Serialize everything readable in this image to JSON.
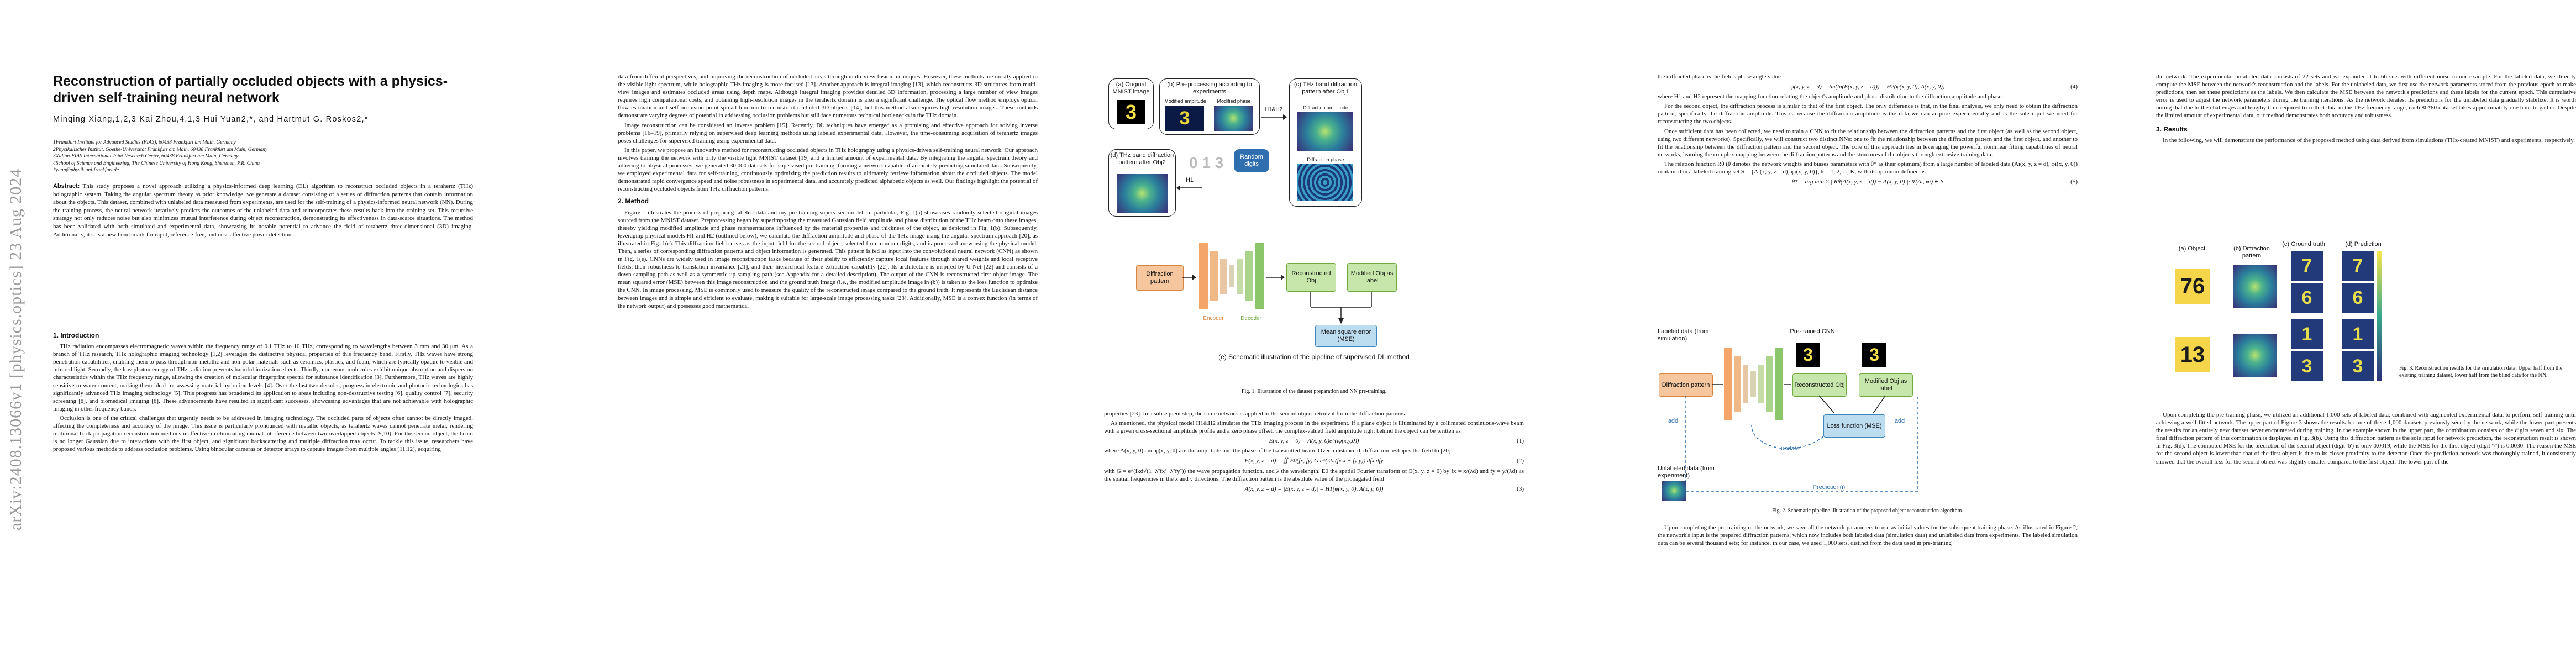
{
  "arxiv_id": "arXiv:2408.13066v1  [physics.optics]  23 Aug 2024",
  "title": "Reconstruction of partially occluded objects with a physics-driven self-training neural network",
  "authors": "Minqing Xiang,1,2,3 Kai Zhou,4,1,3 Hui Yuan2,*, and Hartmut G. Roskos2,*",
  "affiliations": [
    "1Frankfurt Institute for Advanced Studies (FIAS), 60438 Frankfurt am Main, Germany",
    "2Physikalisches Institut, Goethe-Universität Frankfurt am Main, 60438 Frankfurt am Main, Germany",
    "3Xidian-FIAS International Joint Research Center, 60438 Frankfurt am Main, Germany",
    "4School of Science and Engineering, The Chinese University of Hong Kong, Shenzhen, P.R. China",
    "*yuan@physik.uni-frankfurt.de"
  ],
  "abstract_label": "Abstract:",
  "abstract": "This study proposes a novel approach utilizing a physics-informed deep learning (DL) algorithm to reconstruct occluded objects in a terahertz (THz) holographic system. Taking the angular spectrum theory as prior knowledge, we generate a dataset consisting of a series of diffraction patterns that contain information about the objects. This dataset, combined with unlabeled data measured from experiments, are used for the self-training of a physics-informed neural network (NN). During the training process, the neural network iteratively predicts the outcomes of the unlabeled data and reincorporates these results back into the training set. This recursive strategy not only reduces noise but also minimizes mutual interference during object reconstruction, demonstrating its effectiveness in data-scarce situations. The method has been validated with both simulated and experimental data, showcasing its notable potential to advance the field of terahertz three-dimensional (3D) imaging. Additionally, it sets a new benchmark for rapid, reference-free, and cost-effective power detection.",
  "sec1": "1.   Introduction",
  "intro": [
    "THz radiation encompasses electromagnetic waves within the frequency range of 0.1 THz to 10 THz, corresponding to wavelengths between 3 mm and 30 μm. As a branch of THz research, THz holographic imaging technology [1,2] leverages the distinctive physical properties of this frequency band. Firstly, THz waves have strong penetration capabilities, enabling them to pass through non-metallic and non-polar materials such as ceramics, plastics, and foam, which are typically opaque to visible and infrared light. Secondly, the low photon energy of THz radiation prevents harmful ionization effects. Thirdly, numerous molecules exhibit unique absorption and dispersion characteristics within the THz frequency range, allowing the creation of molecular fingerprint spectra for substance identification [3]. Furthermore, THz waves are highly sensitive to water content, making them ideal for assessing material hydration levels [4]. Over the last two decades, progress in electronic and photonic technologies has significantly advanced THz imaging technology [5]. This progress has broadened its application to areas including non-destructive testing [6], quality control [7], security screening [8], and biomedical imaging [8]. These advancements have resulted in significant successes, showcasing advantages that are not achievable with holographic imaging in other frequency bands.",
    "Occlusion is one of the critical challenges that urgently needs to be addressed in imaging technology. The occluded parts of objects often cannot be directly imaged, affecting the completeness and accuracy of the image. This issue is particularly pronounced with metallic objects, as terahertz waves cannot penetrate metal, rendering traditional back-propagation reconstruction methods ineffective in eliminating mutual interference between two overlapped objects [9,10]. For the second object, the beam is no longer Gaussian due to interactions with the first object, and significant backscattering and multiple diffraction may occur. To tackle this issue, researchers have proposed various methods to address occlusion problems. Using binocular cameras or detector arrays to capture images from multiple angles [11,12], acquiring"
  ],
  "col2": [
    "data from different perspectives, and improving the reconstruction of occluded areas through multi-view fusion techniques. However, these methods are mostly applied in the visible light spectrum, while holographic THz imaging is more focused [13]. Another approach is integral imaging [13], which reconstructs 3D structures from multi-view images and estimates occluded areas using depth maps. Although integral imaging provides detailed 3D information, processing a large number of view images requires high computational costs, and obtaining high-resolution images in the terahertz domain is also a significant challenge. The optical flow method employs optical flow estimation and self-occlusion point-spread-function to reconstruct occluded 3D objects [14], but this method also requires high-resolution images. These methods demonstrate varying degrees of potential in addressing occlusion problems but still face numerous technical bottlenecks in the THz domain.",
    "Image reconstruction can be considered an inverse problem [15]. Recently, DL techniques have emerged as a promising and effective approach for solving inverse problems [16–19], primarily relying on supervised deep learning methods using labeled experimental data. However, the time-consuming acquisition of terahertz images poses challenges for supervised training using experimental data.",
    "In this paper, we propose an innovative method for reconstructing occluded objects in THz holography using a physics-driven self-training neural network. Our approach involves training the network with only the visible light MNIST dataset [19] and a limited amount of experimental data. By integrating the angular spectrum theory and adhering to physical processes, we generated 30,000 datasets for supervised pre-training, forming a network capable of accurately predicting simulated data. Subsequently, we employed experimental data for self-training, continuously optimizing the prediction results to ultimately retrieve information about the occluded objects. The model demonstrated rapid convergence speed and noise robustness in experimental data, and accurately predicted alphabetic objects as well. Our findings highlight the potential of reconstructing occluded objects from THz diffraction patterns."
  ],
  "sec2": "2.   Method",
  "method": [
    "Figure 1 illustrates the process of preparing labeled data and my pre-training supervised model. In particular, Fig. 1(a) showcases randomly selected original images sourced from the MNIST dataset. Preprocessing began by superimposing the measured Gaussian field amplitude and phase distribution of the THz beam onto these images, thereby yielding modified amplitude and phase representations influenced by the material properties and thickness of the object, as depicted in Fig. 1(b). Subsequently, leveraging physical models H1 and H2 (outlined below), we calculate the diffraction amplitude and phase of the THz image using the angular spectrum approach [20], as illustrated in Fig. 1(c). This diffraction field serves as the input field for the second object, selected from random digits, and is processed anew using the physical model. Then, a series of corresponding diffraction patterns and object information is generated. This pattern is fed as input into the convolutional neural network (CNN) as shown in Fig. 1(e). CNNs are widely used in image reconstruction tasks because of their ability to efficiently capture local features through shared weights and local receptive fields, their robustness to translation invariance [21], and their hierarchical feature extraction capability [22]. Its architecture is inspired by U-Net [22] and consists of a down sampling path as well as a symmetric up sampling path (see Appendix for a detailed description). The output of the CNN is reconstructed first object image. The mean squared error (MSE) between this image reconstruction and the ground truth image (i.e., the modified amplitude image in (b)) is taken as the loss function to optimize the CNN. In image processing, MSE is commonly used to measure the quality of the reconstructed image compared to the ground truth. It represents the Euclidean distance between images and is simple and efficient to evaluate, making it suitable for large-scale image processing tasks [23]. Additionally, MSE is a convex function (in terms of the network output) and possesses good mathematical"
  ],
  "fig1": {
    "a_title": "(a) Original MNIST image",
    "b_title": "(b) Pre-processing according to experiments",
    "b_amp": "Modified amplitude",
    "b_phase": "Modified phase",
    "c_title": "(c) THz band diffraction pattern after Obj1",
    "c_amp": "Diffraction amplitude",
    "c_phase": "Diffraction phase",
    "d_title": "(d) THz band diffraction pattern after Obj2",
    "h1h2": "H1&H2",
    "h1": "H1",
    "random": "Random digits",
    "digit_a": "3",
    "digit_b": "3",
    "digit_rand": "0 1 3",
    "diff_pattern": "Diffraction pattern",
    "recon": "Reconstructed Obj",
    "label": "Modified Obj as label",
    "encoder": "Encoder",
    "decoder": "Decoder",
    "mse": "Mean square error (MSE)",
    "e_caption": "(e) Schematic illustration of the pipeline of supervised DL method",
    "caption": "Fig. 1. Illustration of the dataset preparation and NN pre-training."
  },
  "col3": [
    "properties [23]. In a subsequent step, the same network is applied to the second object retrieval from the diffraction patterns.",
    "As mentioned, the physical model H1&H2 simulates the THz imaging process in the experiment. If a plane object is illuminated by a collimated continuous-wave beam with a given cross-sectional amplitude profile and a zero phase offset, the complex-valued field amplitude right behind the object can be written as",
    "where A(x, y, 0) and φ(x, y, 0) are the amplitude and the phase of the transmitted beam. Over a distance d, diffraction reshapes the field to [20]",
    "with G = e^(ikd√(1−λ²fx²−λ²fy²)) the wave propagation function, and λ the wavelength. E0 the spatial Fourier transform of E(x, y, z = 0) by fx = x/(λd) and fy = y/(λd) as the spatial frequencies in the x and y directions. The diffraction pattern is the absolute value of the propagated field"
  ],
  "eq1": "E(x, y, z = 0) = A(x, y, 0)e^(iφ(x,y,0))",
  "eq1_num": "(1)",
  "eq2": "E(x, y, z = d) = ∬ E0(fx, fy) G e^(i2π(fx x + fy y)) dfx dfy",
  "eq2_num": "(2)",
  "eq3": "A(x, y, z = d) = |E(x, y, z = d)| = H1(φ(x, y, 0), A(x, y, 0))",
  "eq3_num": "(3)",
  "col4a": [
    "the diffracted phase is the field's phase angle value",
    "where H1 and H2 represent the mapping function relating the object's amplitude and phase distribution to the diffraction amplitude and phase.",
    "For the second object, the diffraction process is similar to that of the first object. The only difference is that, in the final analysis, we only need to obtain the diffraction pattern, specifically the diffraction amplitude. This is because the diffraction amplitude is the data we can acquire experimentally and is the sole input we need for reconstructing the two objects.",
    "Once sufficient data has been collected, we need to train a CNN to fit the relationship between the diffraction patterns and the first object (as well as the second object, using two different networks). Specifically, we will construct two distinct NNs: one to fit the relationship between the diffraction pattern and the first object, and another to fit the relationship between the diffraction pattern and the second object. The core of this approach lies in leveraging the powerful nonlinear fitting capabilities of neural networks, learning the complex mapping between the diffraction patterns and the structures of the objects through extensive training data.",
    "The relation function Rθ (θ denotes the network weights and biases parameters with θ* as their optimum) from a large number of labeled data (Ai(x, y, z = d), φi(x, y, 0)) contained in a labeled training set S = {Ai(x, y, z = d), φi(x, y, 0)}, k = 1, 2, ..., K, with its optimum defined as"
  ],
  "eq4": "φ(x, y, z = d) = Im(ln(E(x, y, z = d))) = H2(φ(x, y, 0), A(x, y, 0))",
  "eq4_num": "(4)",
  "eq5": "θ* = arg min Σ ||Rθ(A(x, y, z = d)) − A(x, y, 0)||²     ∀(Ai, φi) ∈ S",
  "eq5_num": "(5)",
  "fig2": {
    "labeled": "Labeled data (from simulation)",
    "pretrained": "Pre-trained CNN",
    "diff_pattern": "Diffraction pattern",
    "recon": "Reconstructed Obj",
    "label": "Modified Obj as label",
    "loss": "Loss function (MSE)",
    "add": "add",
    "update": "update",
    "unlabeled": "Unlabeled data (from experiment)",
    "prediction": "Prediction(i)",
    "caption": "Fig. 2. Schematic pipeline illustration of the proposed object reconstruction algorithm."
  },
  "col4b": [
    "Upon completing the pre-training of the network, we save all the network parameters to use as initial values for the subsequent training phase. As illustrated in Figure 2, the network's input is the prepared diffraction patterns, which now includes both labeled data (simulation data) and unlabeled data from experiments. The labeled simulation data can be several thousand sets; for instance, in our case, we used 1,000 sets, distinct from the data used in pre-training"
  ],
  "col5a": [
    "the network. The experimental unlabeled data consists of 22 sets and we expanded it to 66 sets with different noise in our example. For the labeled data, we directly compute the MSE between the network's reconstruction and the labels. For the unlabeled data, we first use the network parameters stored from the previous epoch to make predictions, then set these predictions as the labels. We then calculate the MSE between the network's predictions and these labels for the current epoch. This cumulative error is used to adjust the network parameters during the training iterations. As the network iterates, its predictions for the unlabeled data gradually stabilize. It is worth noting that due to the challenges and lengthy time required to collect data in the THz frequency range, each 80*80 data set takes approximately one hour to gather. Despite the limited amount of experimental data, our method demonstrates both accuracy and robustness."
  ],
  "sec3": "3.   Results",
  "results_intro": "In the following, we will demonstrate the performance of the proposed method using data derived from simulations (THz-created MNIST) and experiments, respectively.",
  "fig3": {
    "col_a": "(a) Object",
    "col_b": "(b) Diffraction pattern",
    "col_c": "(c) Ground truth",
    "col_d": "(d) Prediction",
    "obj_top": "76",
    "obj_bottom": "13",
    "gt_top": [
      "7",
      "6"
    ],
    "gt_bottom": [
      "1",
      "3"
    ],
    "caption": "Fig. 3. Reconstruction results for the simulation data; Upper half from the existing training dataset, lower half from the blind data for the NN."
  },
  "col5b": [
    "Upon completing the pre-training phase, we utilized an additional 1,000 sets of labeled data, combined with augmented experimental data, to perform self-training until achieving a well-fitted network. The upper part of Figure 3 shows the results for one of these 1,000 datasets previously seen by the network, while the lower part presents the results for an entirely new dataset never encountered during training. In the example shown in the upper part, the combination consists of the digits seven and six. The final diffraction pattern of this combination is displayed in Fig. 3(b). Using this diffraction pattern as the sole input for network prediction, the reconstruction result is shown in Fig. 3(d). The computed MSE for the prediction of the second object (digit '6') is only 0.0019, while the MSE for the first object (digit '7') is 0.0030. The reason the MSE for the second object is lower than that of the first object is due to its closer proximity to the detector. Once the prediction network was thoroughly trained, it consistently showed that the overall loss for the second object was slightly smaller compared to the first object. The lower part of the"
  ]
}
